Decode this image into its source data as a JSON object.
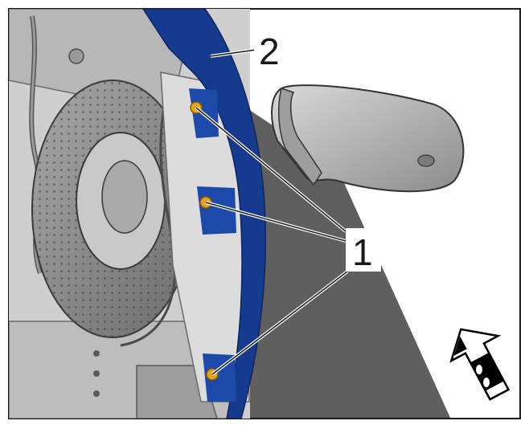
{
  "figure": {
    "callouts": [
      {
        "number": "1",
        "part": "bolts"
      },
      {
        "number": "2",
        "part": "wheel-arch-panel"
      }
    ],
    "colors": {
      "panel_blue": "#163b8e",
      "bolt_yellow": "#e8a21c",
      "background": "#ffffff",
      "frame": "#1a1a1a"
    },
    "icons": {
      "view_direction": "vehicle-view-arrow-icon"
    }
  }
}
